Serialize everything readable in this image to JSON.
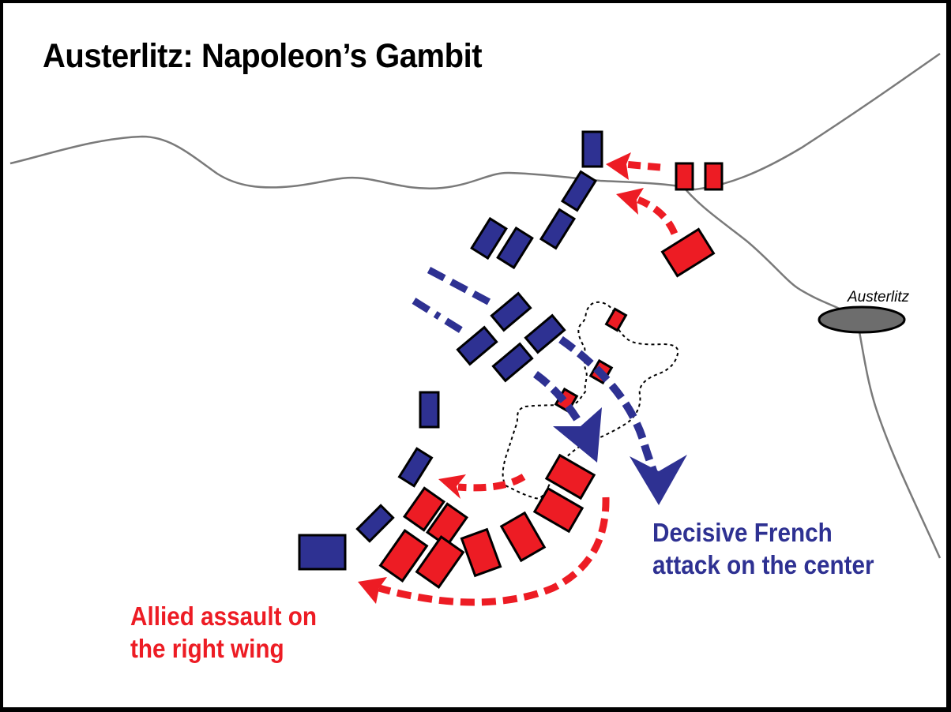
{
  "title": "Austerlitz: Napoleon’s Gambit",
  "labels": {
    "town": "Austerlitz",
    "french_attack_line1": "Decisive French",
    "french_attack_line2": "attack on the center",
    "allied_assault_line1": "Allied assault on",
    "allied_assault_line2": "the right wing"
  },
  "colors": {
    "french": "#2e3192",
    "allied": "#ed1c24",
    "road": "#7a7a7a",
    "town_fill": "#6d6d6d",
    "border": "#000000",
    "background": "#ffffff"
  },
  "legend_semantics": {
    "blue_units": "French forces",
    "red_units": "Allied forces",
    "dotted_outline": "Pratzen Heights / terrain area",
    "grey_lines": "Roads / streams",
    "grey_ellipse": "Town of Austerlitz"
  }
}
